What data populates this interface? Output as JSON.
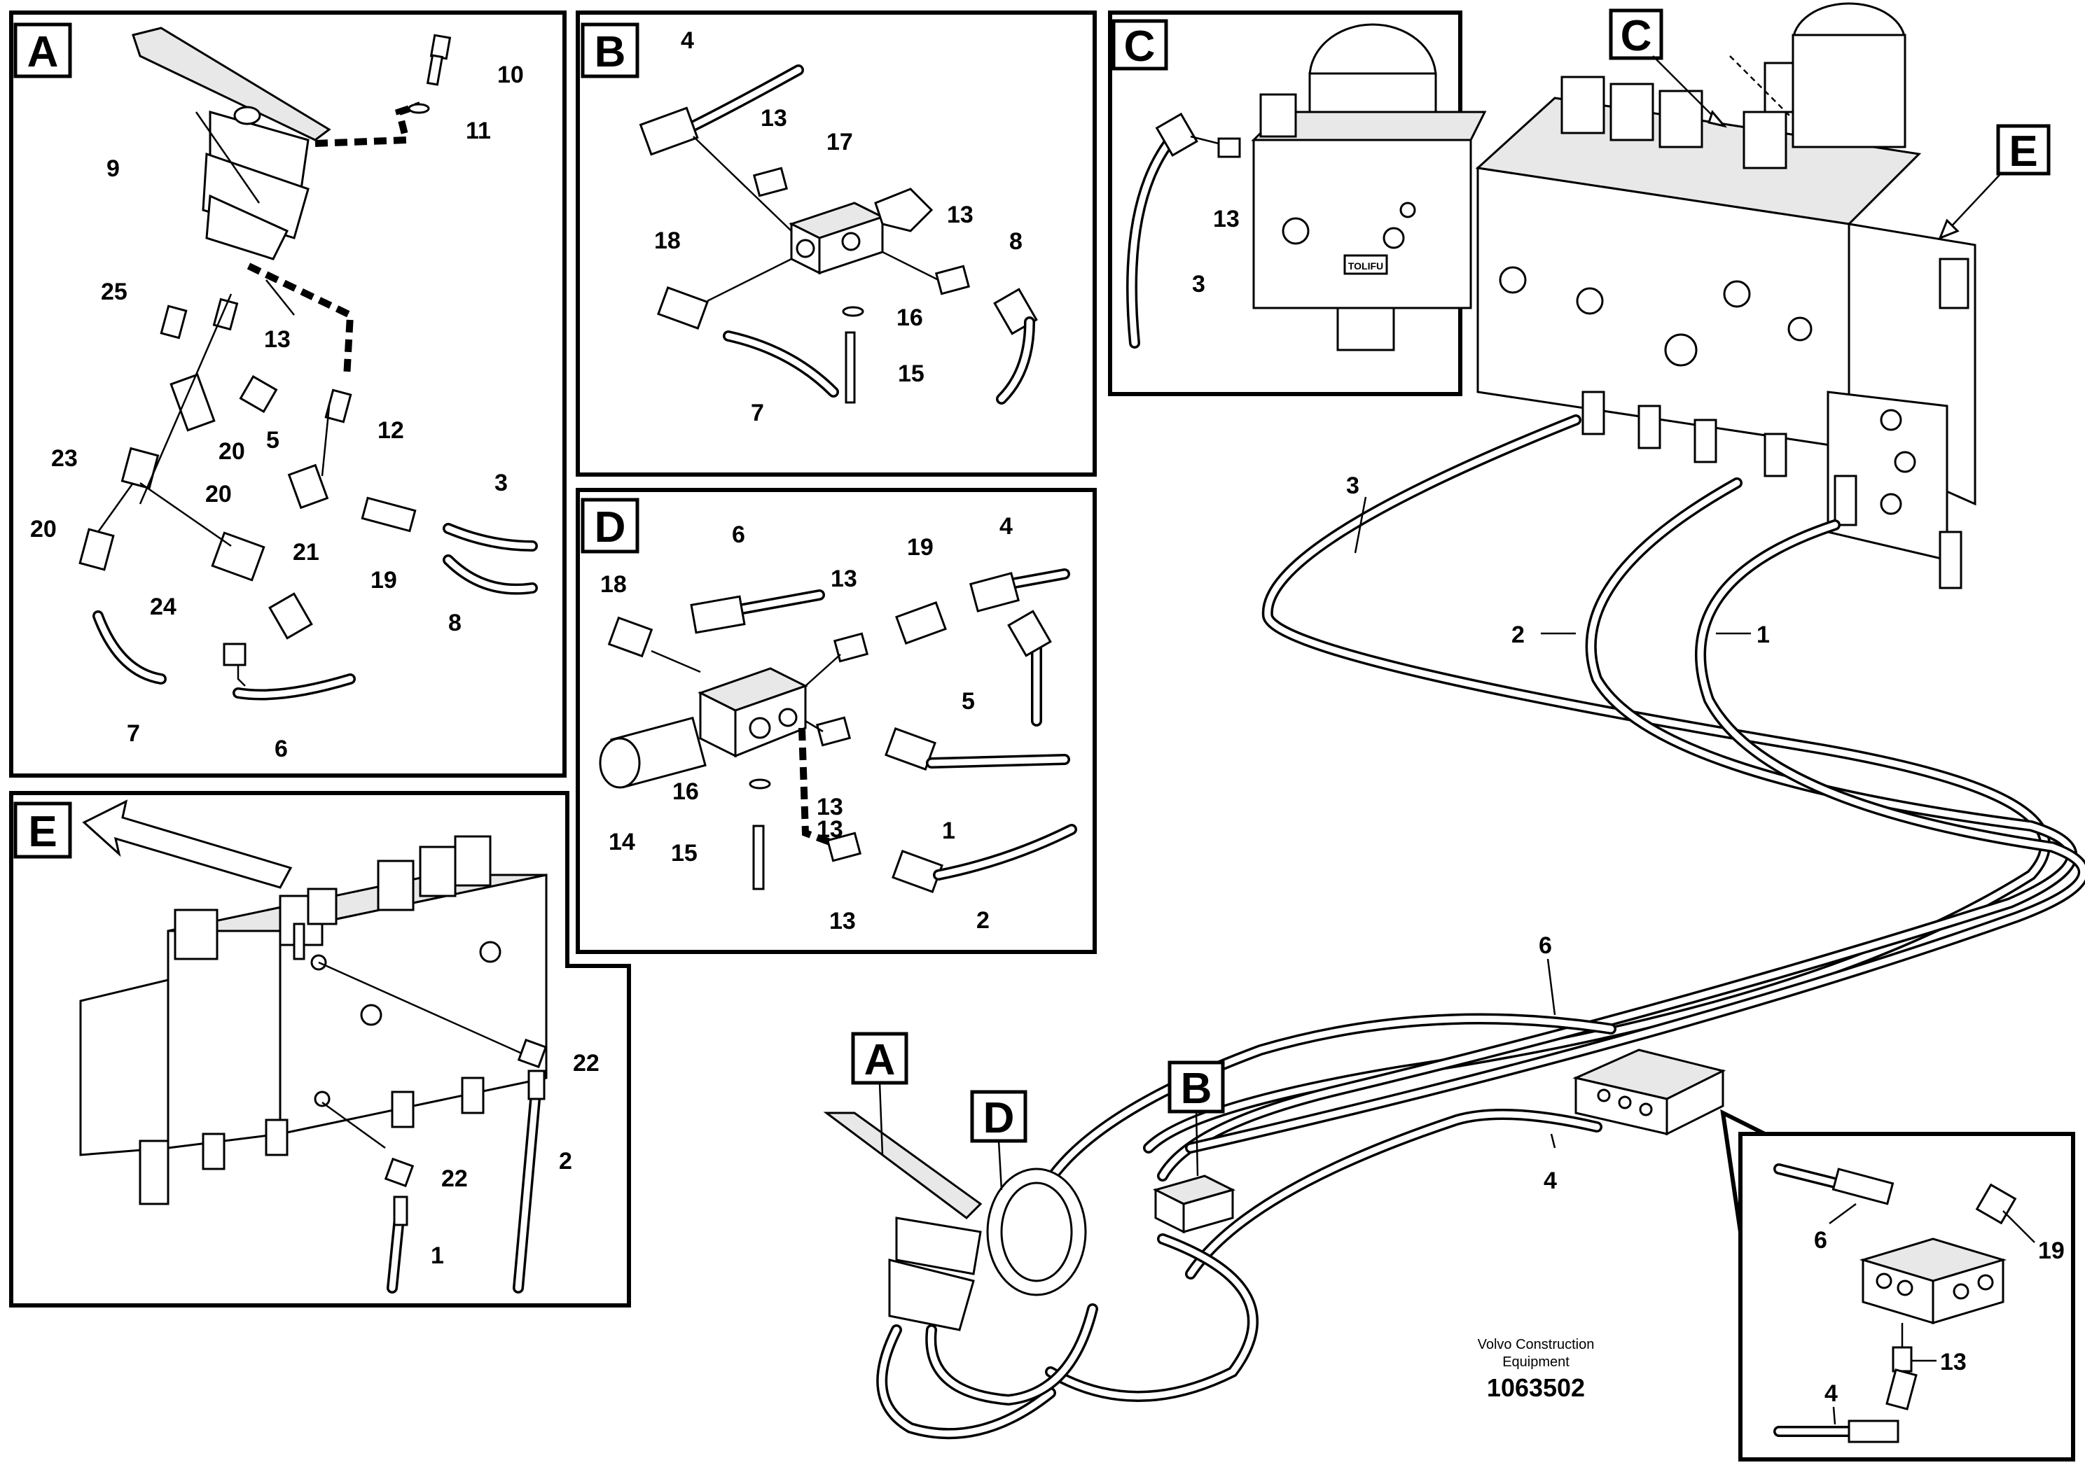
{
  "panels": {
    "A": {
      "tag": "A",
      "labels": [
        "10",
        "11",
        "9",
        "25",
        "13",
        "5",
        "12",
        "20",
        "23",
        "20",
        "3",
        "20",
        "21",
        "19",
        "24",
        "8",
        "7",
        "6"
      ]
    },
    "B": {
      "tag": "B",
      "labels": [
        "4",
        "13",
        "17",
        "13",
        "8",
        "18",
        "16",
        "15",
        "7"
      ]
    },
    "C": {
      "tag": "C",
      "labels": [
        "13",
        "3"
      ],
      "block_text": "TOLIFU"
    },
    "D": {
      "tag": "D",
      "labels": [
        "6",
        "13",
        "19",
        "4",
        "18",
        "5",
        "14",
        "16",
        "13",
        "13",
        "1",
        "15",
        "13",
        "2"
      ]
    },
    "E": {
      "tag": "E",
      "labels": [
        "22",
        "22",
        "2",
        "1"
      ]
    }
  },
  "main": {
    "tags": [
      "C",
      "E",
      "A",
      "D",
      "B"
    ],
    "labels": [
      "3",
      "2",
      "1",
      "6",
      "4"
    ],
    "inset_labels": [
      "6",
      "19",
      "13",
      "4"
    ]
  },
  "credit": {
    "line1": "Volvo Construction",
    "line2": "Equipment",
    "id": "1063502"
  }
}
